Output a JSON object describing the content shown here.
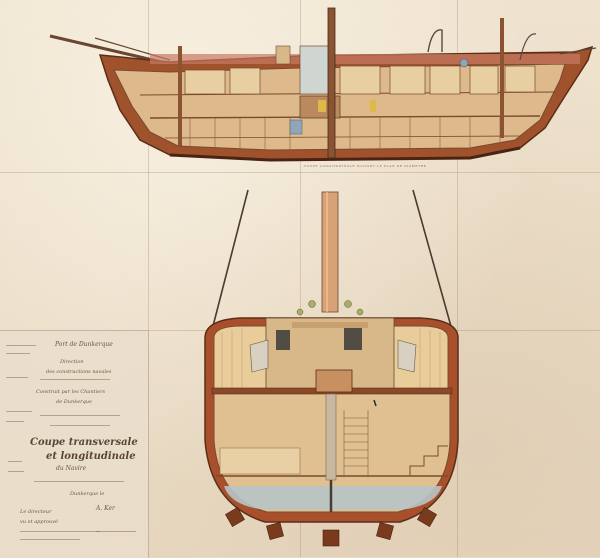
{
  "drawing": {
    "caption": "COUPE LONGITUDINALE  SUIVANT  LE  PLAN  DE  DIAMETRE"
  },
  "title_block": {
    "port": "Port de Dunkerque",
    "line_a": "Direction",
    "line_b": "des constructions navales",
    "line_c": "Construit par les Chantiers",
    "line_d": "de Dunkerque",
    "main_title_1": "Coupe transversale",
    "main_title_2": "et longitudinale",
    "main_title_3": "du Navire",
    "line_e": "Dunkerque le",
    "line_f": "Le directeur",
    "line_g": "vu et approuvé",
    "signature": "A. Ker"
  }
}
